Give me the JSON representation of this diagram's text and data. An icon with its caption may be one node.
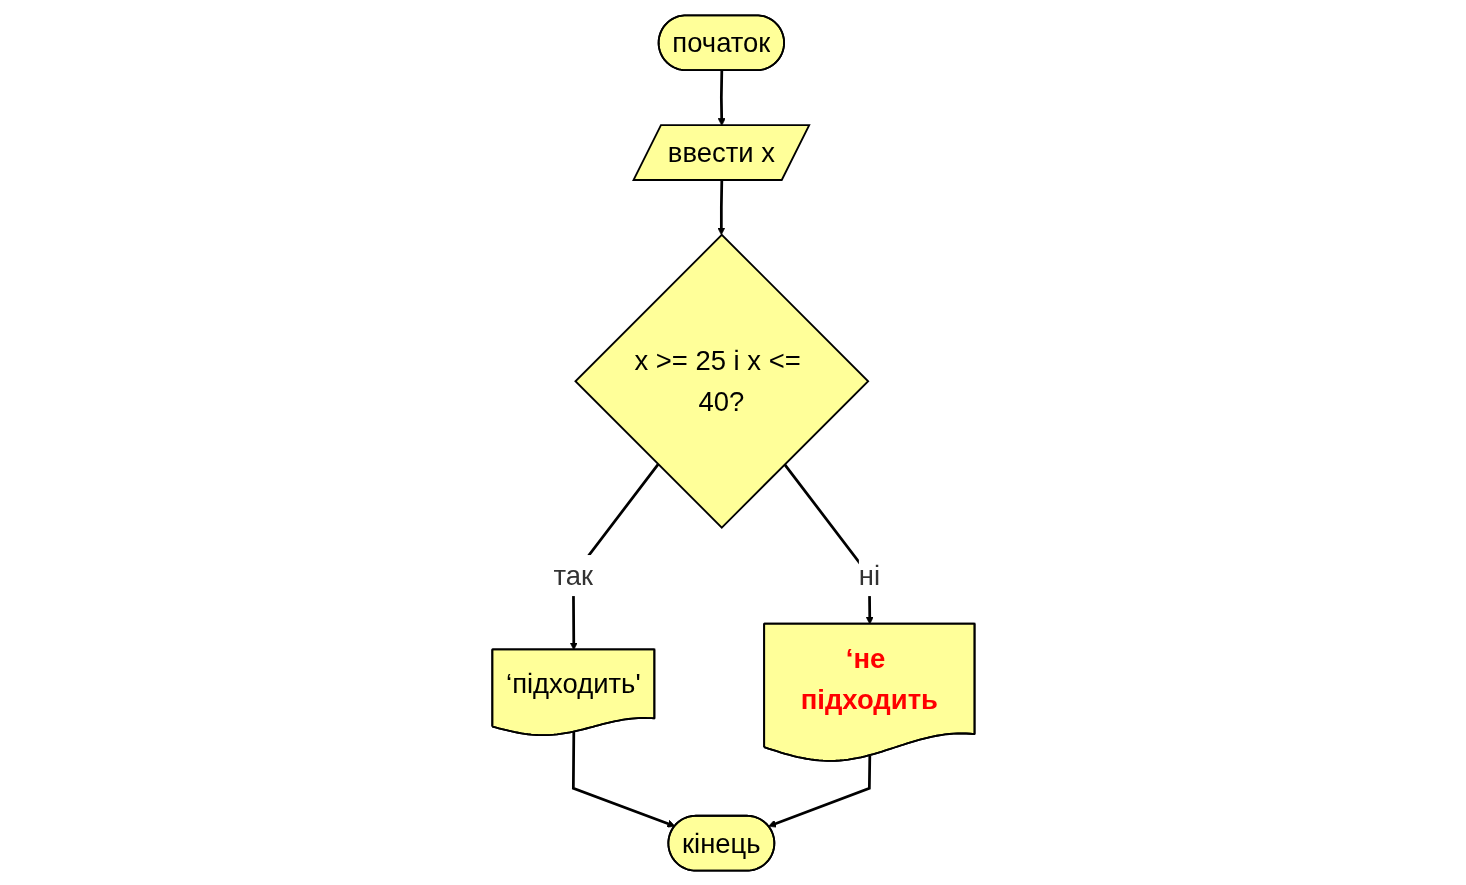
{
  "diagram": {
    "nodes": [
      {
        "text": [
          "початок"
        ]
      },
      {
        "text": [
          "ввести x"
        ]
      },
      {
        "text": [
          "x >= 25 і x <= 40?"
        ]
      },
      {
        "text": [
          "‘підходить'"
        ]
      },
      {
        "text": [
          "‘не підходить"
        ]
      },
      {
        "text": [
          "кінець"
        ]
      }
    ],
    "edges": [
      {
        "from": 0,
        "to": 1,
        "arrow": "to"
      },
      {
        "from": 1,
        "to": 2,
        "arrow": "to"
      },
      {
        "from": 2,
        "to": 3,
        "label": "так",
        "arrow": "to"
      },
      {
        "from": 2,
        "to": 4,
        "label": "ні",
        "arrow": "to"
      },
      {
        "from": 3,
        "to": 5,
        "arrow": "to"
      },
      {
        "from": 4,
        "to": 5,
        "arrow": "to"
      }
    ]
  }
}
